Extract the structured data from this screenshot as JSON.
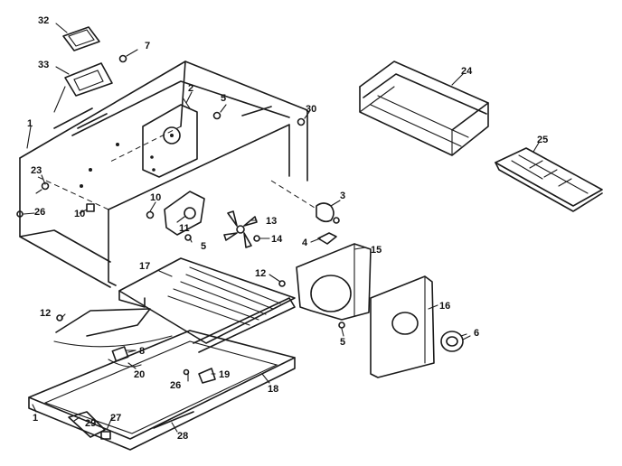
{
  "callouts": {
    "c32": "32",
    "c7": "7",
    "c33": "33",
    "c1a": "1",
    "c2": "2",
    "c5a": "5",
    "c30": "30",
    "c24": "24",
    "c25": "25",
    "c23": "23",
    "c26a": "26",
    "c10a": "10",
    "c10b": "10",
    "c11": "11",
    "c3": "3",
    "c13": "13",
    "c14": "14",
    "c4": "4",
    "c5b": "5",
    "c15": "15",
    "c17": "17",
    "c12a": "12",
    "c12b": "12",
    "c5c": "5",
    "c8a": "8",
    "c20": "20",
    "c26b": "26",
    "c19": "19",
    "c16": "16",
    "c6": "6",
    "c18": "18",
    "c1b": "1",
    "c29": "29",
    "c27": "27",
    "c28": "28"
  }
}
